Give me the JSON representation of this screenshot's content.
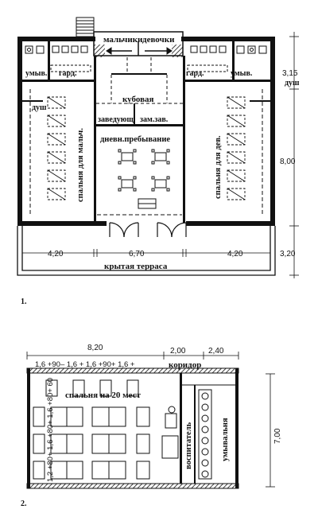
{
  "plan1": {
    "figure_number": "1.",
    "rooms": {
      "boys": "мальчики",
      "girls": "девочки",
      "wash_left": "умыв.",
      "ward_left": "гард.",
      "ward_right": "гард.",
      "wash_right": "умыв.",
      "shower_left": "душ",
      "shower_right": "душ",
      "kitchen": "кубовая",
      "head": "заведующ.",
      "deputy": "зам.зав.",
      "day_room": "дневн.пребывание",
      "bedroom_boys": "спальня для мальч.",
      "bedroom_girls": "спальня для дев.",
      "terrace": "крытая терраса"
    },
    "dimensions": {
      "h1": "3,15",
      "h2": "8,00",
      "h3": "3,20",
      "w1": "4,20",
      "w2": "6,70",
      "w3": "4,20"
    }
  },
  "plan2": {
    "figure_number": "2.",
    "rooms": {
      "bedroom": "спальня на 20 мест",
      "corridor": "коридор",
      "tutor": "воспитатель",
      "washroom": "умывальня"
    },
    "dimensions": {
      "total_width": "8,20",
      "corr1": "2,00",
      "corr2": "2,40",
      "row": "1,6 +90– 1,6 + 1,6 +90+ 1,6 +",
      "vertical_chain": "1,2 +80+ 1,6 +80+ 1,6 +80+ 60",
      "height": "7,00"
    }
  }
}
